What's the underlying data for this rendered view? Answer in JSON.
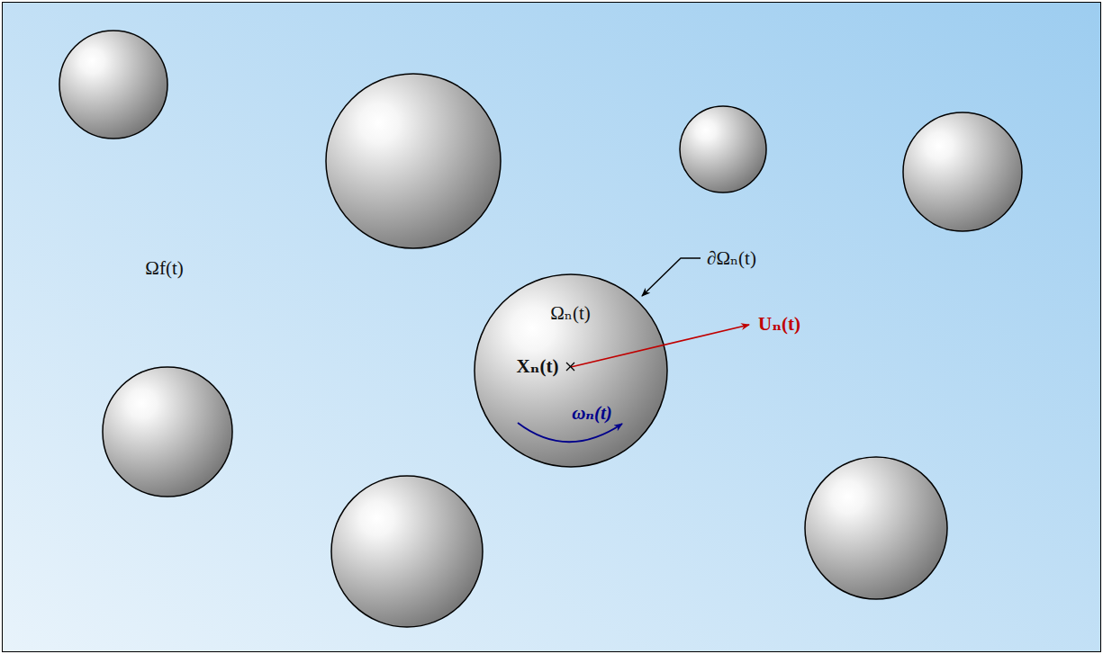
{
  "diagram": {
    "nodes": [
      {
        "text": [
          "Ωf(t)"
        ]
      },
      {
        "text": [
          "Ωₙ(t)",
          "Xₙ(t)",
          "ωₙ(t)"
        ],
        "in": 0
      }
    ],
    "labels": [
      "∂Ωₙ(t)",
      "Uₙ(t)"
    ]
  }
}
